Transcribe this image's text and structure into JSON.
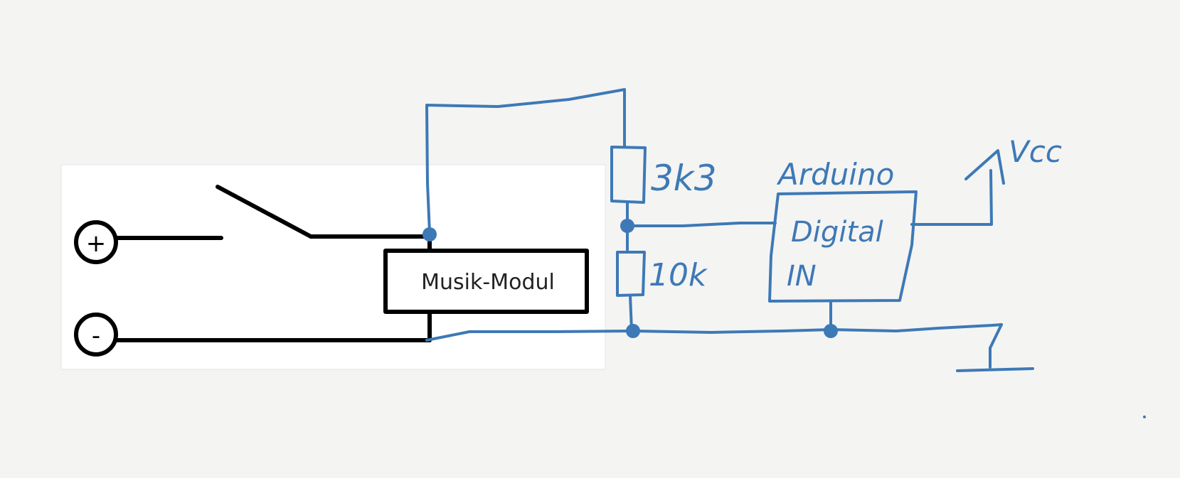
{
  "schematic": {
    "module_label": "Musik-Modul",
    "plus_terminal": "+",
    "minus_terminal": "-"
  },
  "sketch": {
    "resistor_top": "3k3",
    "resistor_bottom": "10k",
    "board_name": "Arduino",
    "board_pin_line1": "Digital",
    "board_pin_line2": "IN",
    "supply_label": "Vcc"
  },
  "colors": {
    "ink": "#3d79b6",
    "panel": "#ffffff",
    "background": "#f4f4f3"
  }
}
